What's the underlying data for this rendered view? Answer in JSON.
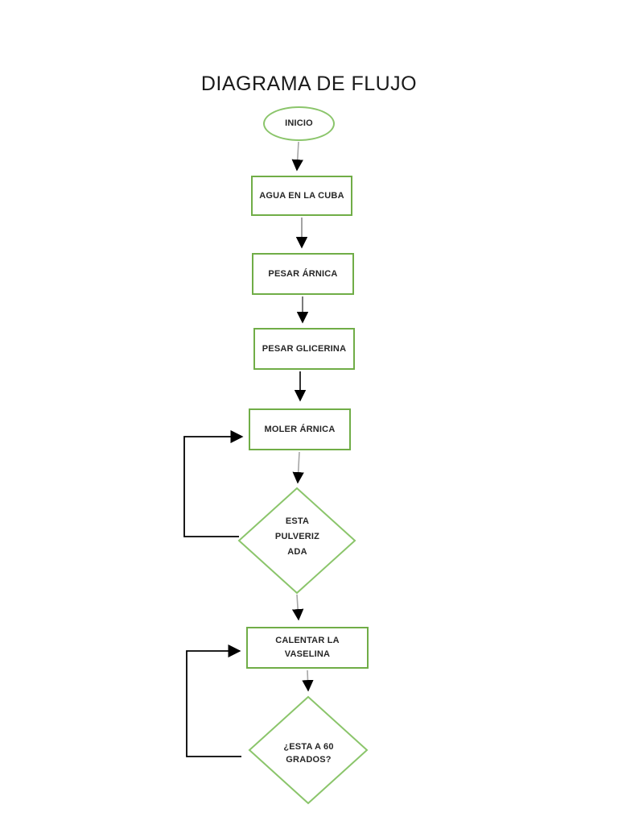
{
  "title": "DIAGRAMA DE FLUJO",
  "colors": {
    "process_border": "#70AD47",
    "shape_border": "#8BC56B",
    "text": "#262626",
    "connector_gray": "#A6A6A6",
    "connector_black": "#000000",
    "background": "#ffffff"
  },
  "nodes": {
    "start": {
      "type": "terminator",
      "label": "INICIO"
    },
    "step1": {
      "type": "process",
      "label": "AGUA EN LA CUBA"
    },
    "step2": {
      "type": "process",
      "label": "PESAR ÁRNICA"
    },
    "step3": {
      "type": "process",
      "label": "PESAR GLICERINA"
    },
    "step4": {
      "type": "process",
      "label": "MOLER ÁRNICA"
    },
    "decision1": {
      "type": "decision",
      "line1": "ESTA",
      "line2": "PULVERIZ",
      "line3": "ADA"
    },
    "step5": {
      "type": "process",
      "line1": "CALENTAR LA",
      "line2": "VASELINA"
    },
    "decision2": {
      "type": "decision",
      "line1": "¿ESTA A 60",
      "line2": "GRADOS?"
    }
  },
  "edges": [
    {
      "from": "start",
      "to": "step1"
    },
    {
      "from": "step1",
      "to": "step2"
    },
    {
      "from": "step2",
      "to": "step3"
    },
    {
      "from": "step3",
      "to": "step4"
    },
    {
      "from": "step4",
      "to": "decision1"
    },
    {
      "from": "decision1",
      "to": "step5"
    },
    {
      "from": "step5",
      "to": "decision2"
    },
    {
      "from": "decision1",
      "to": "step4",
      "kind": "feedback-loop"
    },
    {
      "from": "decision2",
      "to": "step5",
      "kind": "feedback-loop"
    }
  ]
}
